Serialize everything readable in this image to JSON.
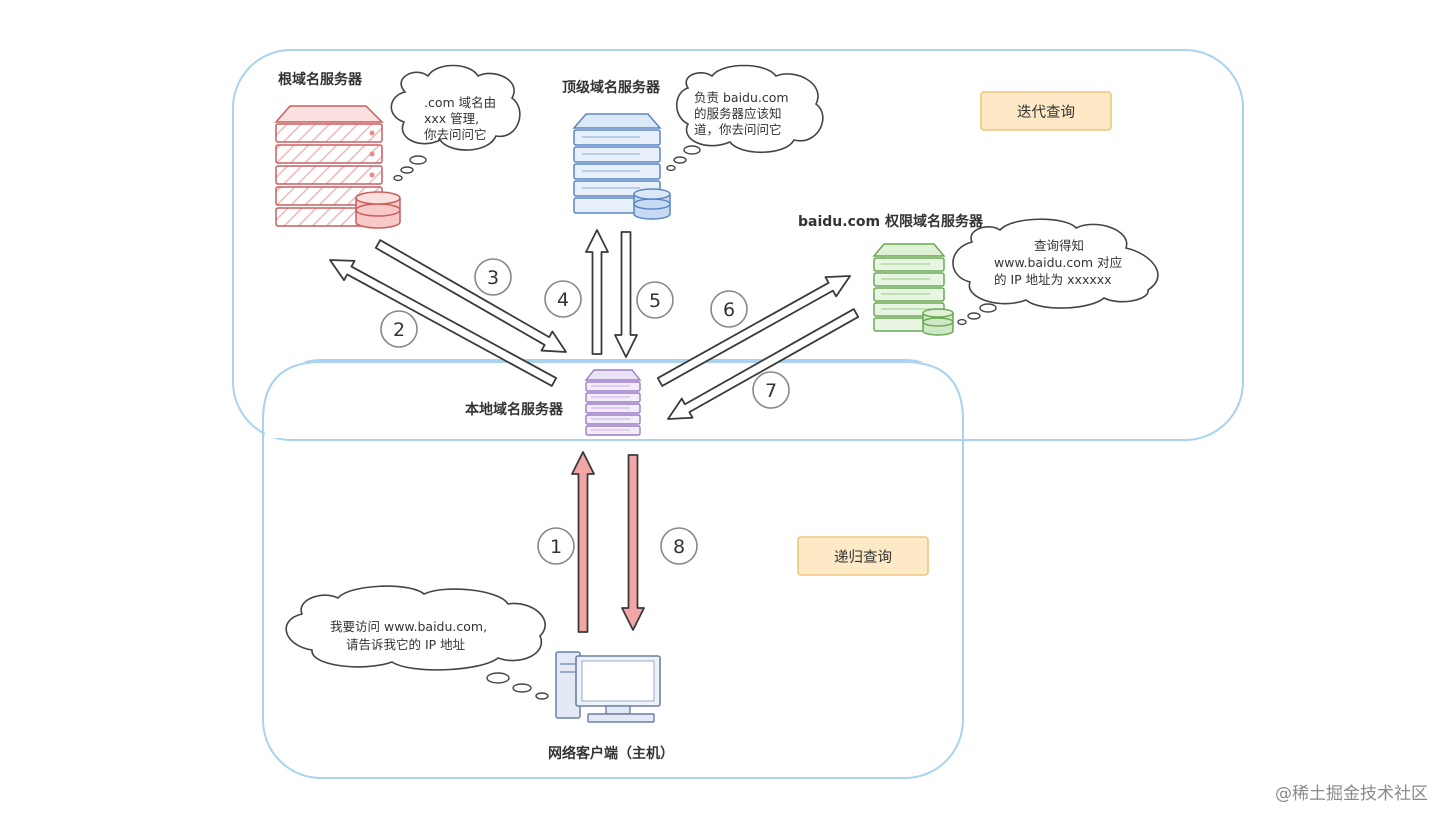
{
  "labels": {
    "root": "根域名服务器",
    "tld": "顶级域名服务器",
    "auth": "baidu.com 权限域名服务器",
    "local": "本地域名服务器",
    "client": "网络客户端（主机）"
  },
  "bubbles": {
    "root": [
      ".com 域名由",
      "xxx 管理,",
      "你去问问它"
    ],
    "tld": [
      "负责 baidu.com",
      "的服务器应该知",
      "道，你去问问它"
    ],
    "auth": [
      "查询得知",
      "www.baidu.com 对应",
      "的 IP 地址为 xxxxxx"
    ],
    "client": [
      "我要访问 www.baidu.com,",
      "请告诉我它的 IP 地址"
    ]
  },
  "tags": {
    "iterative": "迭代查询",
    "recursive": "递归查询"
  },
  "steps": [
    "1",
    "2",
    "3",
    "4",
    "5",
    "6",
    "7",
    "8"
  ],
  "colors": {
    "region_stroke": "#a9d3ef",
    "root_server": "#e07b7b",
    "tld_server": "#7ea6dc",
    "auth_server": "#93c97f",
    "local_server": "#b79ad6",
    "client_pc": "#7a8fb8",
    "recursive_arrow": "#f3a6a6",
    "iterative_arrow": "#ffffff",
    "tag_fill": "#fde9c6",
    "tag_stroke": "#ecc77e"
  },
  "watermark": "@稀土掘金技术社区"
}
